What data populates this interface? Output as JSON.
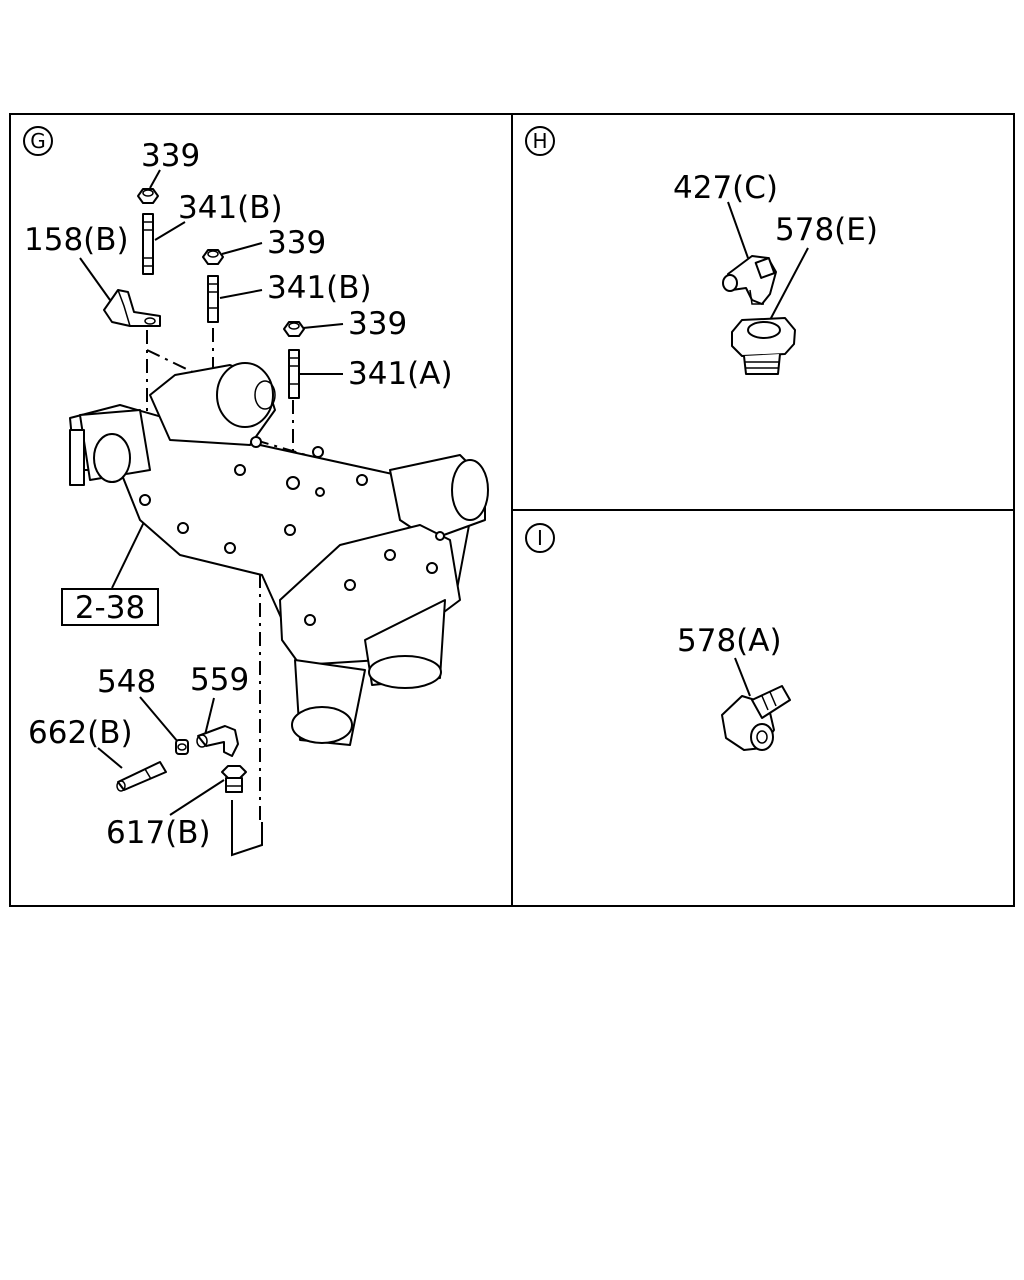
{
  "panels": {
    "g": {
      "marker": "G",
      "labels": {
        "l339_top": "339",
        "l341b_top": "341(B)",
        "l158b": "158(B)",
        "l339_mid": "339",
        "l341b_mid": "341(B)",
        "l339_low": "339",
        "l341a": "341(A)",
        "ref_2_38": "2-38",
        "l548": "548",
        "l559": "559",
        "l662b": "662(B)",
        "l617b": "617(B)"
      }
    },
    "h": {
      "marker": "H",
      "labels": {
        "l427c": "427(C)",
        "l578e": "578(E)"
      }
    },
    "i": {
      "marker": "I",
      "labels": {
        "l578a": "578(A)"
      }
    }
  }
}
